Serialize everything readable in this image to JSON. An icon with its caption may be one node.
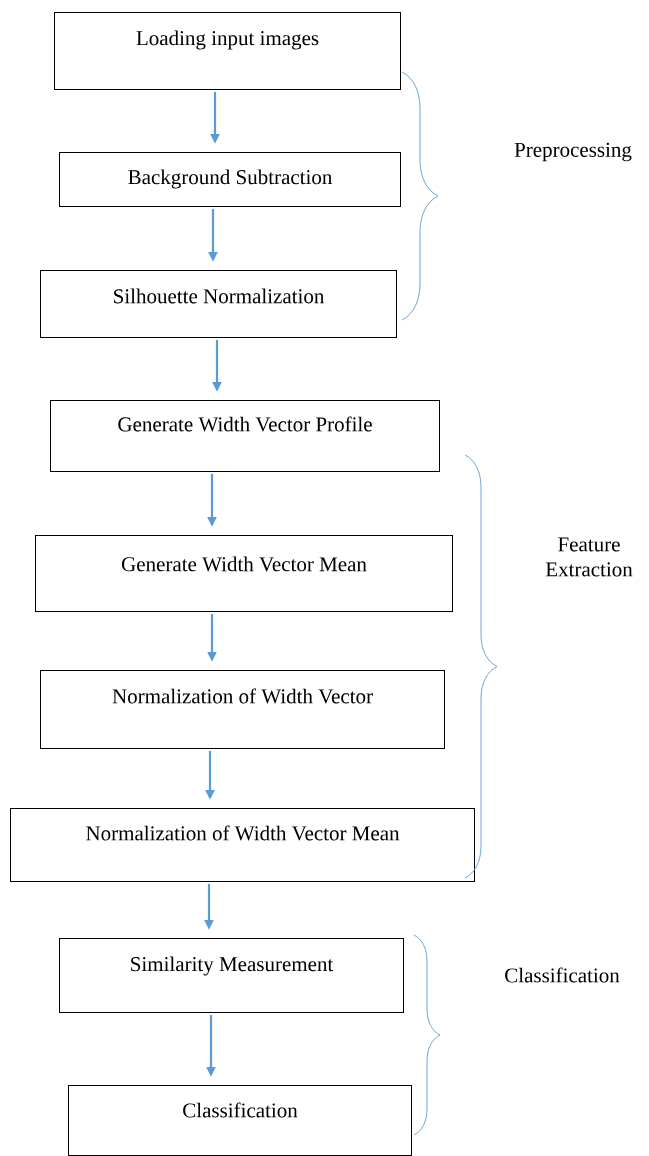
{
  "diagram": {
    "nodes": [
      {
        "text": [
          "Loading input images"
        ]
      },
      {
        "text": [
          "Background Subtraction"
        ]
      },
      {
        "text": [
          "Silhouette Normalization"
        ]
      },
      {
        "text": [
          "Generate Width Vector Profile"
        ]
      },
      {
        "text": [
          "Generate Width Vector Mean"
        ]
      },
      {
        "text": [
          "Normalization of Width Vector"
        ]
      },
      {
        "text": [
          "Normalization of Width Vector Mean"
        ]
      },
      {
        "text": [
          "Similarity Measurement"
        ]
      },
      {
        "text": [
          "Classification"
        ]
      }
    ],
    "edges": [
      {
        "from": 0,
        "to": 1,
        "arrow": "to"
      },
      {
        "from": 1,
        "to": 2,
        "arrow": "to"
      },
      {
        "from": 2,
        "to": 3,
        "arrow": "to"
      },
      {
        "from": 3,
        "to": 4,
        "arrow": "to"
      },
      {
        "from": 4,
        "to": 5,
        "arrow": "to"
      },
      {
        "from": 5,
        "to": 6,
        "arrow": "to"
      },
      {
        "from": 6,
        "to": 7,
        "arrow": "to"
      },
      {
        "from": 7,
        "to": 8,
        "arrow": "to"
      }
    ],
    "labels": [
      "Preprocessing",
      "Feature Extraction",
      "Classification"
    ]
  }
}
